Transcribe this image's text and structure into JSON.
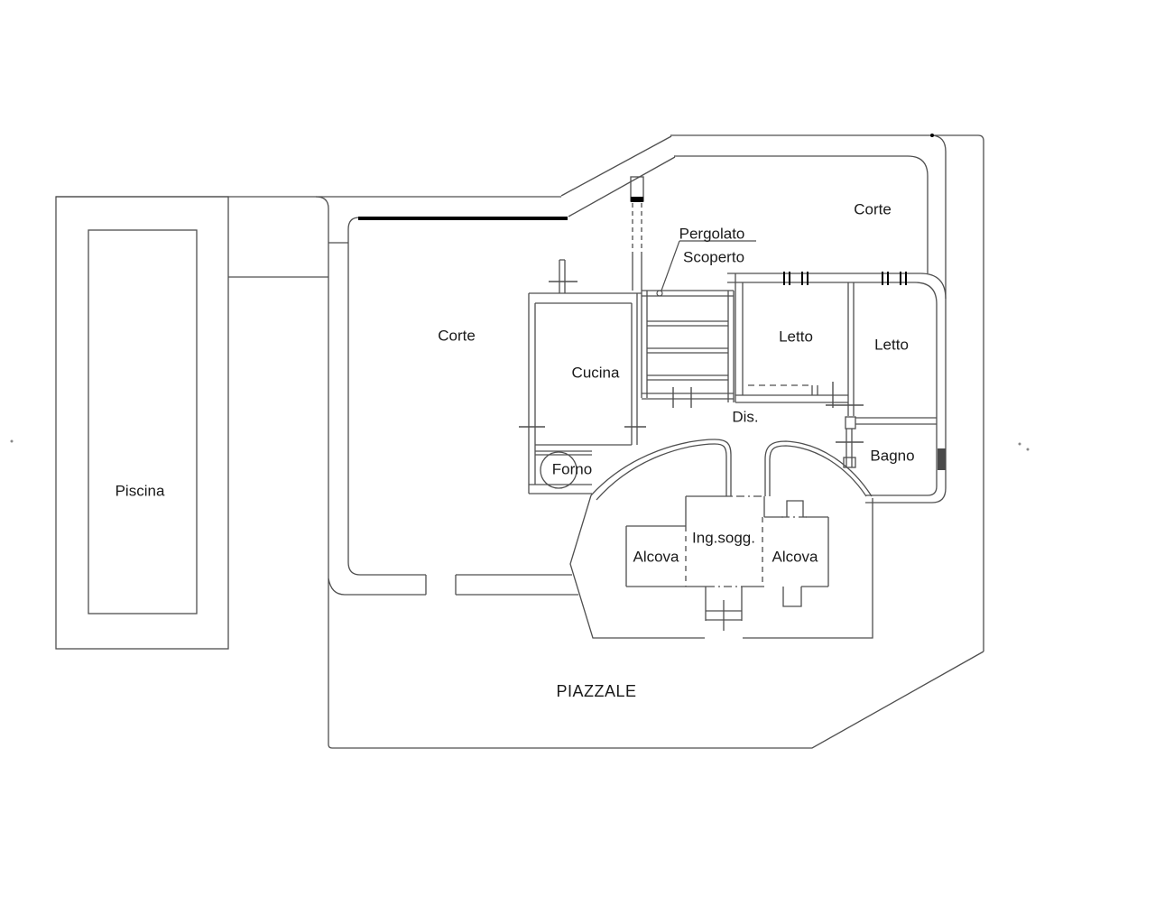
{
  "canvas": {
    "background": "#ffffff",
    "wall_line_color": "#4f4f4f",
    "thick_wall_color": "#000000",
    "label_color": "#1a1a1a"
  },
  "labels": {
    "piscina": "Piscina",
    "corte_left": "Corte",
    "corte_right": "Corte",
    "pergolato_line1": "Pergolato",
    "pergolato_line2": "Scoperto",
    "cucina": "Cucina",
    "forno": "Forno",
    "letto_left": "Letto",
    "letto_right": "Letto",
    "dis": "Dis.",
    "bagno": "Bagno",
    "alcova_left": "Alcova",
    "ing_sogg": "Ing.sogg.",
    "alcova_right": "Alcova",
    "piazzale": "PIAZZALE"
  }
}
